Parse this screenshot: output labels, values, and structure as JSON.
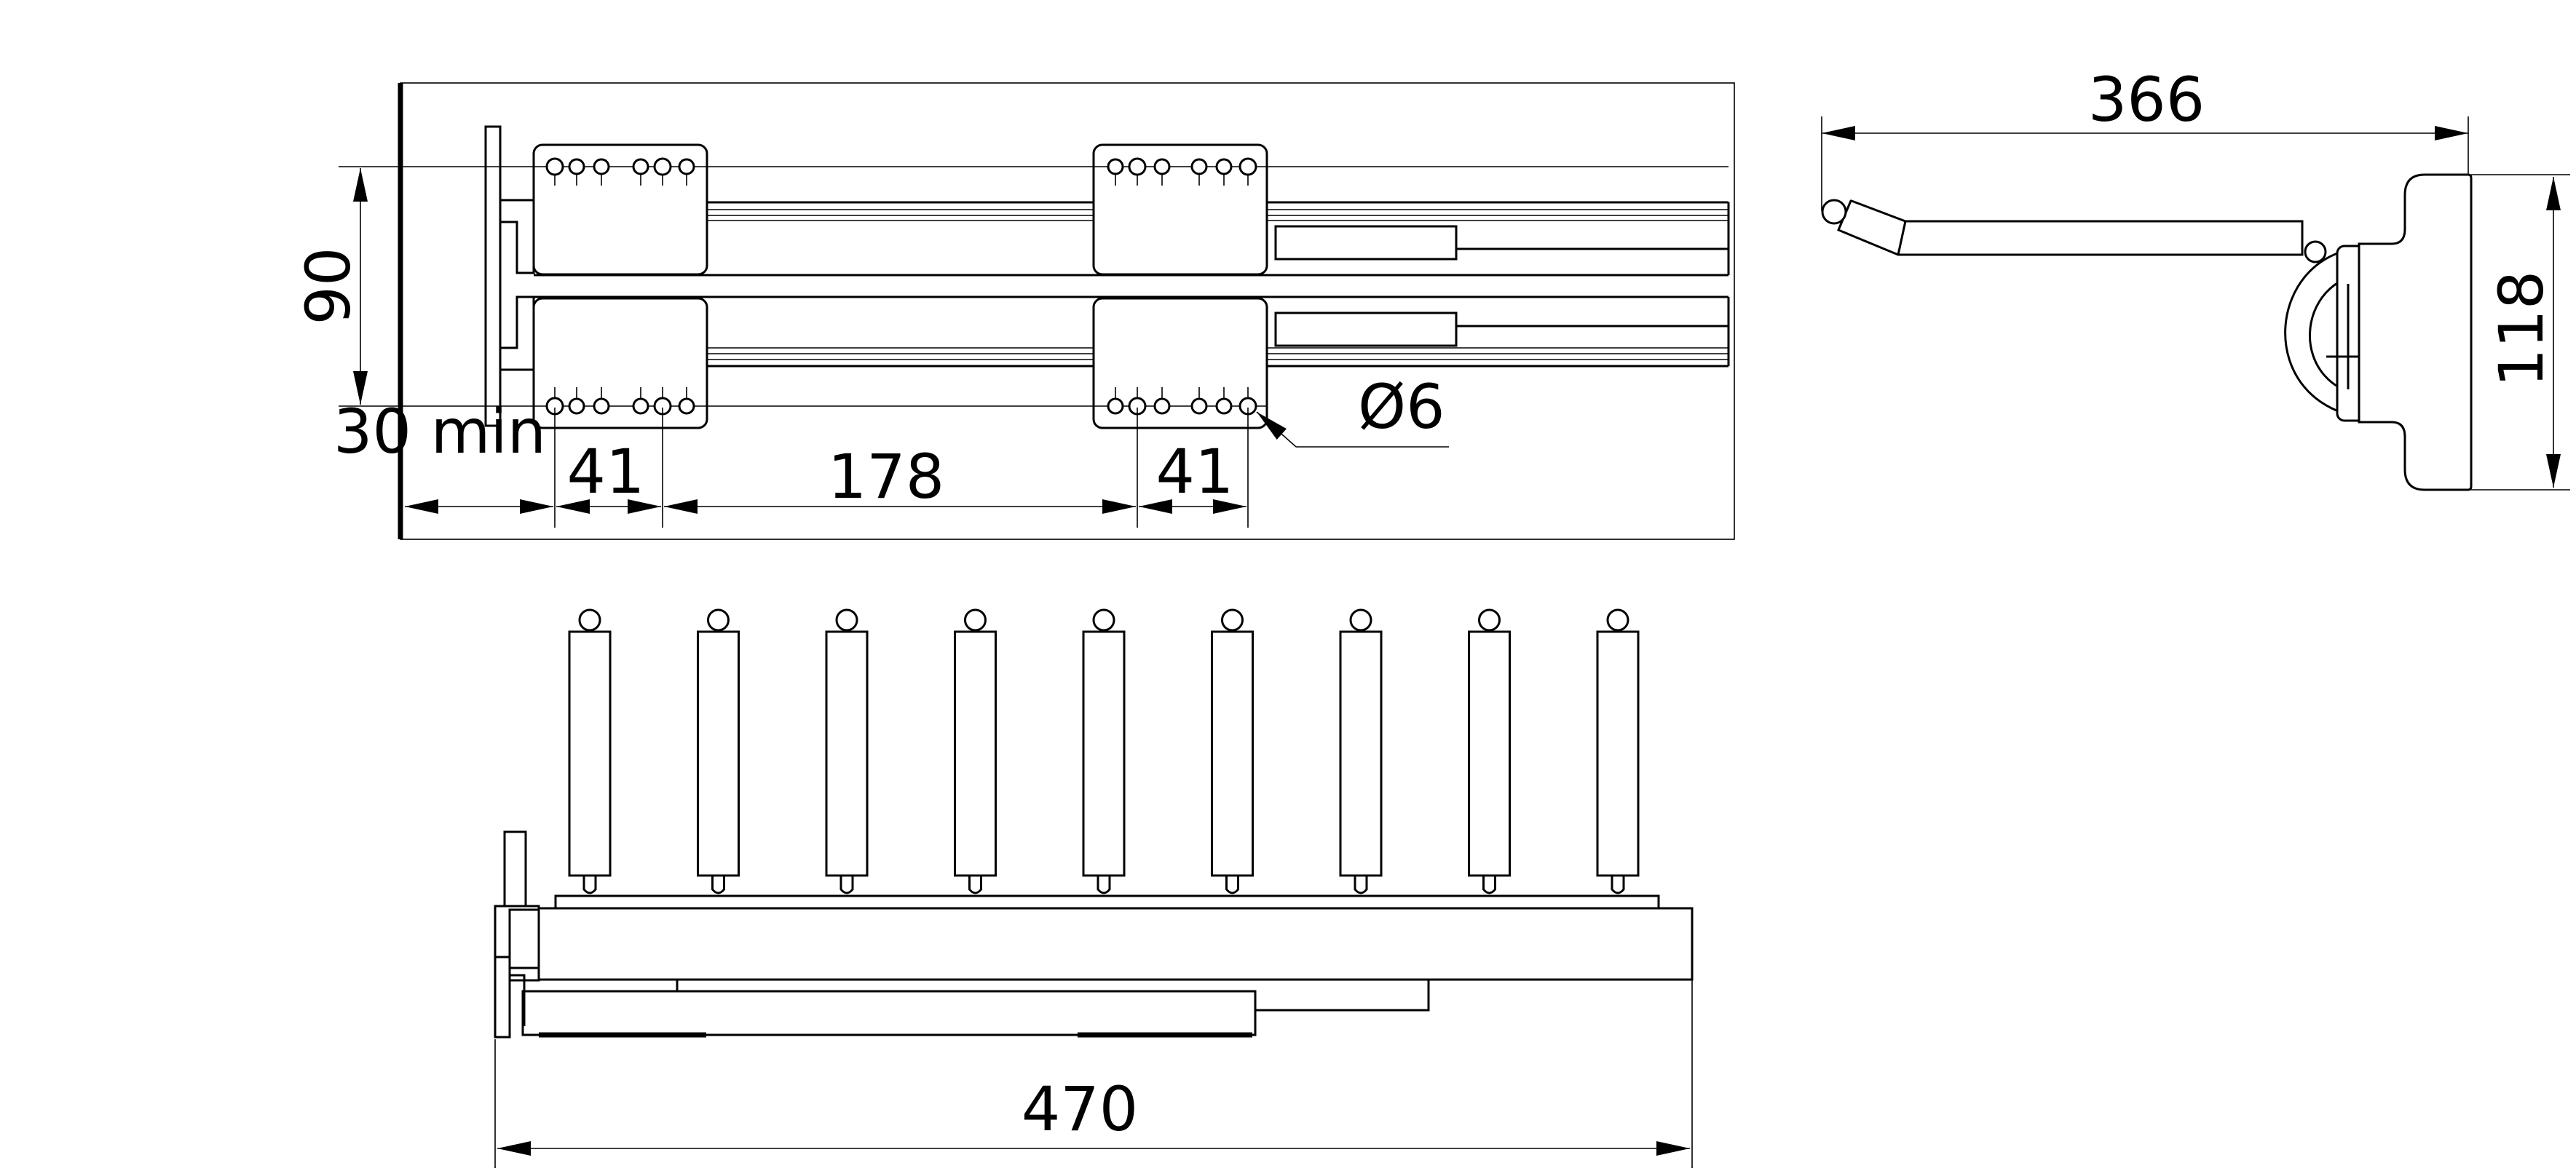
{
  "dimensions": {
    "top_view": {
      "height": "90",
      "min_offset": "30 min",
      "hole_spacing_left": "41",
      "middle_span": "178",
      "hole_spacing_right": "41",
      "hole_diameter": "Ø6"
    },
    "side_view": {
      "length": "366",
      "height": "118"
    },
    "front_view": {
      "width": "470"
    }
  },
  "hanger_count": 9,
  "colors": {
    "line": "#000000",
    "background": "#ffffff"
  }
}
